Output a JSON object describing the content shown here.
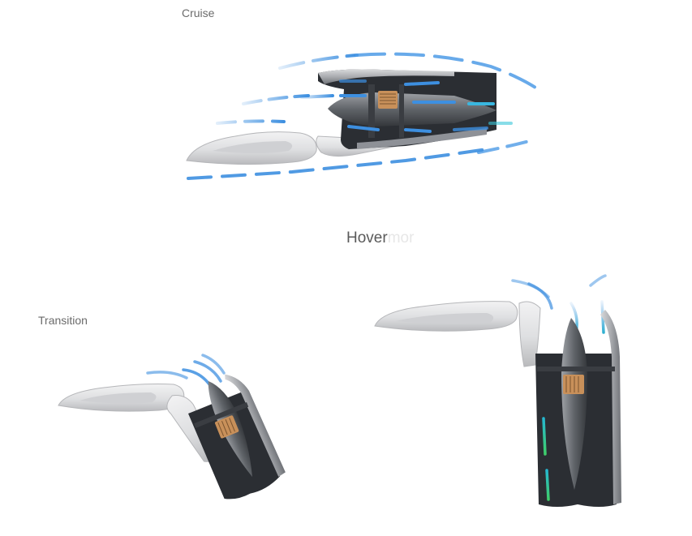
{
  "labels": {
    "cruise": "Cruise",
    "transition": "Transition",
    "hover": "Hover",
    "hover_faded": "mor"
  },
  "colors": {
    "background": "#ffffff",
    "wing_light": "#e9e9ea",
    "wing_mid": "#bfc0c3",
    "nacelle_dark": "#2b2e33",
    "nacelle_shell": "#8e9197",
    "airflow_blue": "#3d8fe0",
    "airflow_teal": "#25c0b8",
    "airflow_green": "#3fcf6a",
    "fan_copper": "#c8905a"
  },
  "icons": [
    "cruise-configuration-illustration",
    "transition-configuration-illustration",
    "hover-configuration-illustration"
  ]
}
